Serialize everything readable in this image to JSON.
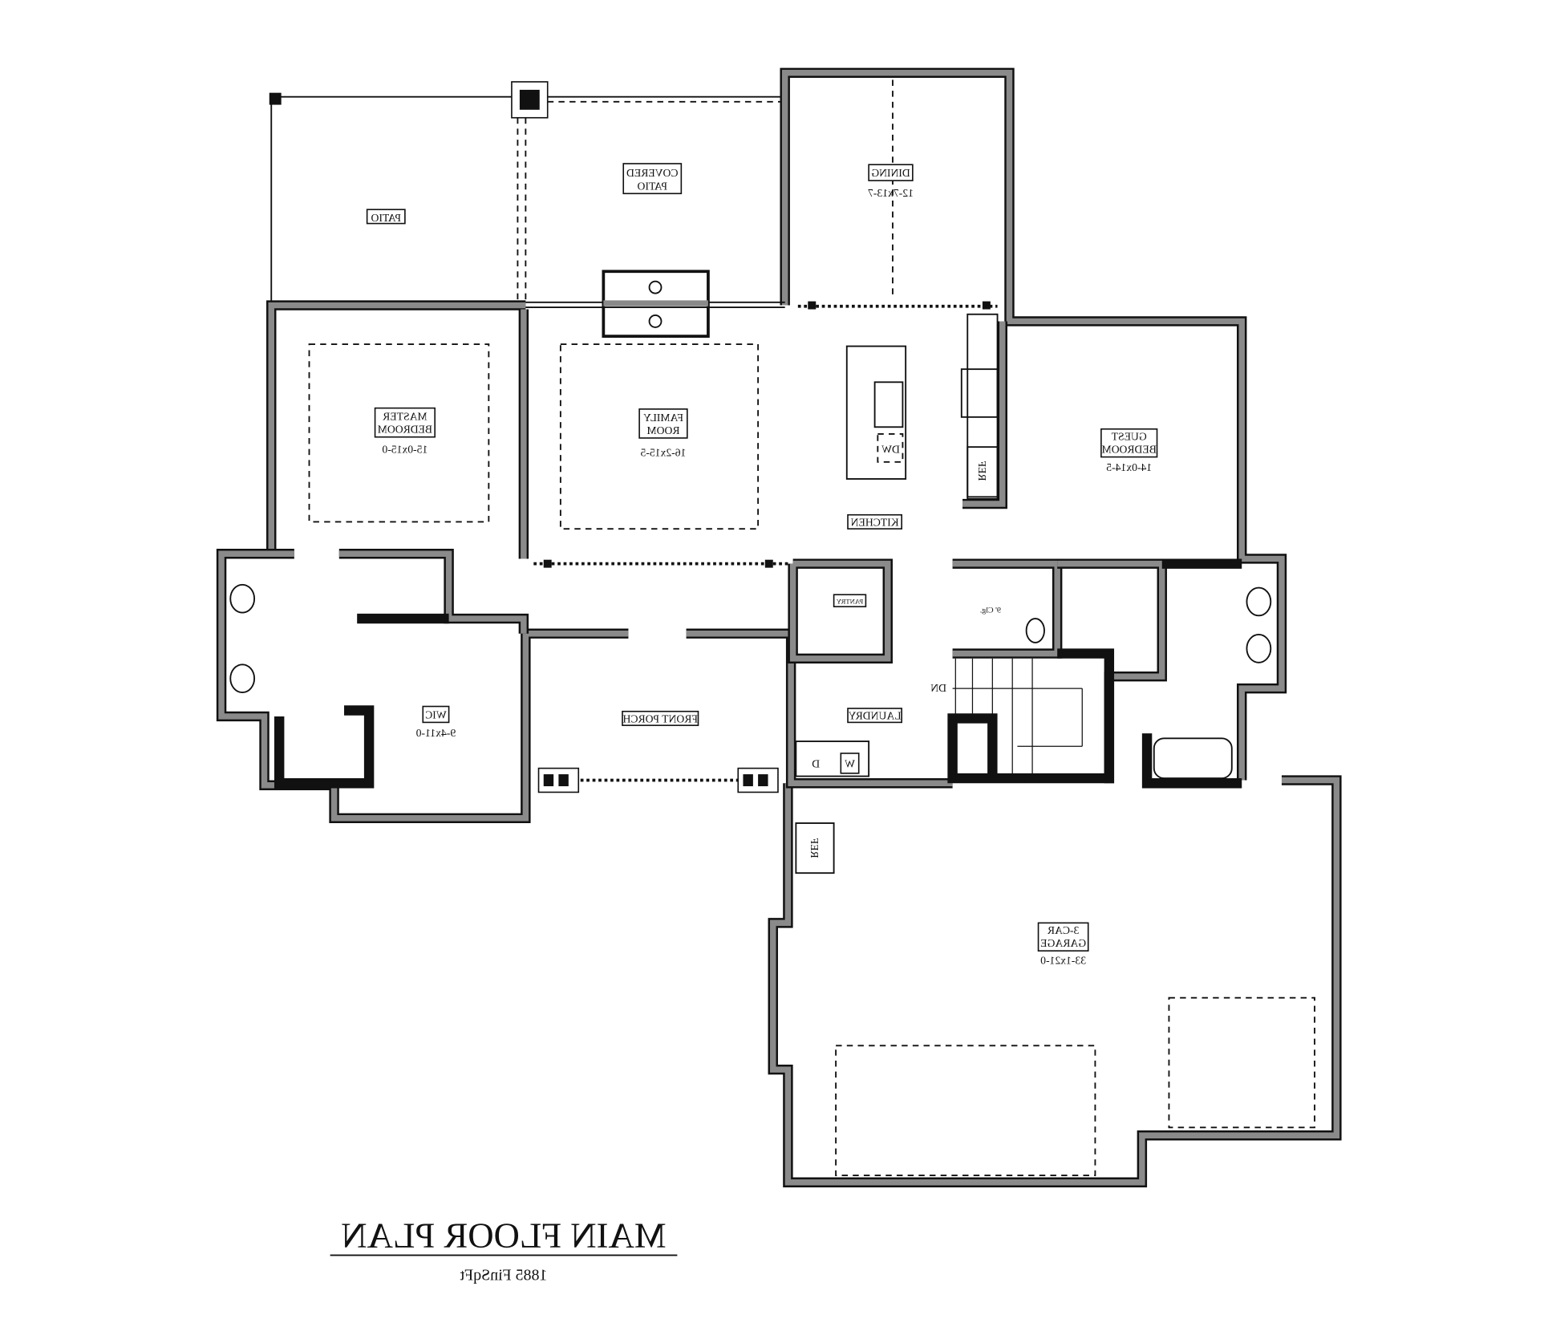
{
  "plan": {
    "title": "MAIN FLOOR PLAN",
    "subtitle": "1885 FinSqFt",
    "mirrored": true,
    "rooms": {
      "patio": {
        "name": "PATIO"
      },
      "covered_patio": {
        "line1": "COVERED",
        "line2": "PATIO"
      },
      "dining": {
        "name": "DINING",
        "size": "12-7x13-7"
      },
      "master_bedroom": {
        "line1": "MASTER",
        "line2": "BEDROOM",
        "size": "15-0x15-0"
      },
      "family_room": {
        "line1": "FAMILY",
        "line2": "ROOM",
        "size": "16-2x15-5"
      },
      "guest_bedroom": {
        "line1": "GUEST",
        "line2": "BEDROOM",
        "size": "14-0x14-5"
      },
      "kitchen": {
        "name": "KITCHEN"
      },
      "pantry": {
        "name": "PANTRY"
      },
      "laundry": {
        "name": "LAUNDRY"
      },
      "wic": {
        "name": "WIC",
        "size": "9-4x11-0"
      },
      "front_porch": {
        "name": "FRONT PORCH"
      },
      "garage": {
        "line1": "3-CAR",
        "line2": "GARAGE",
        "size": "33-1x21-0"
      }
    },
    "fixtures": {
      "dishwasher": "DW",
      "kitchen_ref": "REF",
      "garage_ref": "REF",
      "dryer": "D",
      "washer": "W",
      "ceiling_note": "9' Clg.",
      "stairs": "DN"
    },
    "colors": {
      "wall_fill": "#8a8a8a",
      "wall_outline": "#111111",
      "background": "#ffffff"
    }
  }
}
